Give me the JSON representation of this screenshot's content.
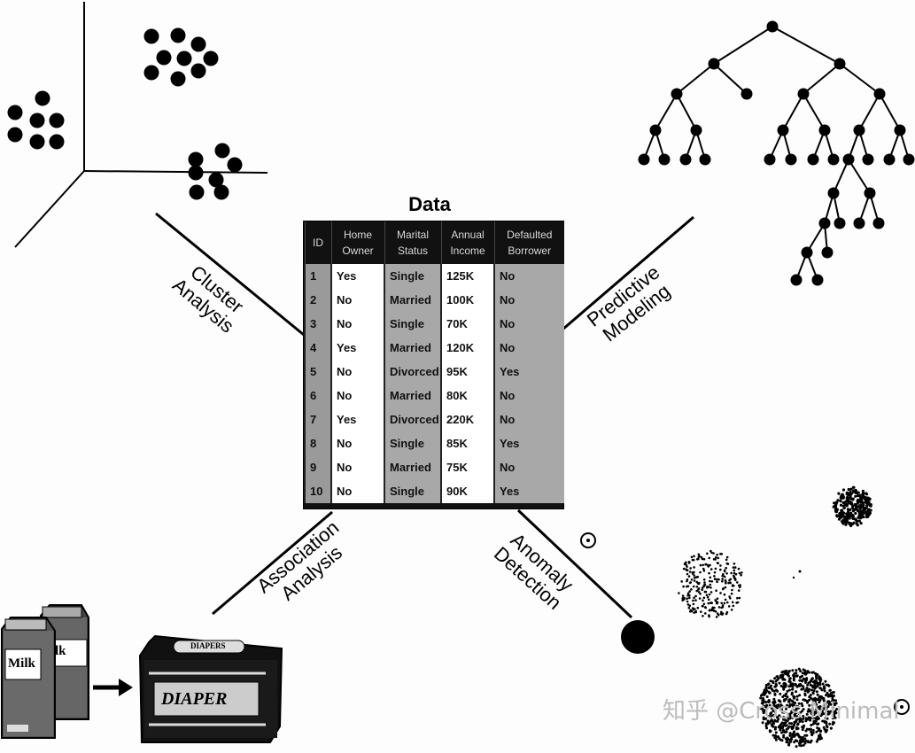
{
  "title": "Data",
  "table": {
    "headers": [
      "ID",
      "Home Owner",
      "Marital Status",
      "Annual Income",
      "Defaulted Borrower"
    ],
    "rows": [
      [
        "1",
        "Yes",
        "Single",
        "125K",
        "No"
      ],
      [
        "2",
        "No",
        "Married",
        "100K",
        "No"
      ],
      [
        "3",
        "No",
        "Single",
        "70K",
        "No"
      ],
      [
        "4",
        "Yes",
        "Married",
        "120K",
        "No"
      ],
      [
        "5",
        "No",
        "Divorced",
        "95K",
        "Yes"
      ],
      [
        "6",
        "No",
        "Married",
        "80K",
        "No"
      ],
      [
        "7",
        "Yes",
        "Divorced",
        "220K",
        "No"
      ],
      [
        "8",
        "No",
        "Single",
        "85K",
        "Yes"
      ],
      [
        "9",
        "No",
        "Married",
        "75K",
        "No"
      ],
      [
        "10",
        "No",
        "Single",
        "90K",
        "Yes"
      ]
    ]
  },
  "branches": {
    "cluster": [
      "Cluster",
      "Analysis"
    ],
    "predictive": [
      "Predictive",
      "Modeling"
    ],
    "association": [
      "Association",
      "Analysis"
    ],
    "anomaly": [
      "Anomaly",
      "Detection"
    ]
  },
  "products": {
    "milk": "Milk",
    "milk_partial": "lk",
    "diaper": "DIAPER",
    "diaper_top": "DIAPERS"
  },
  "watermark": "知乎 @Cross Minimal",
  "icons": [
    "cluster-scatter-icon",
    "decision-tree-icon",
    "milk-carton-icon",
    "arrow-icon",
    "diaper-box-icon",
    "outlier-point-icon",
    "point-cloud-icon"
  ]
}
